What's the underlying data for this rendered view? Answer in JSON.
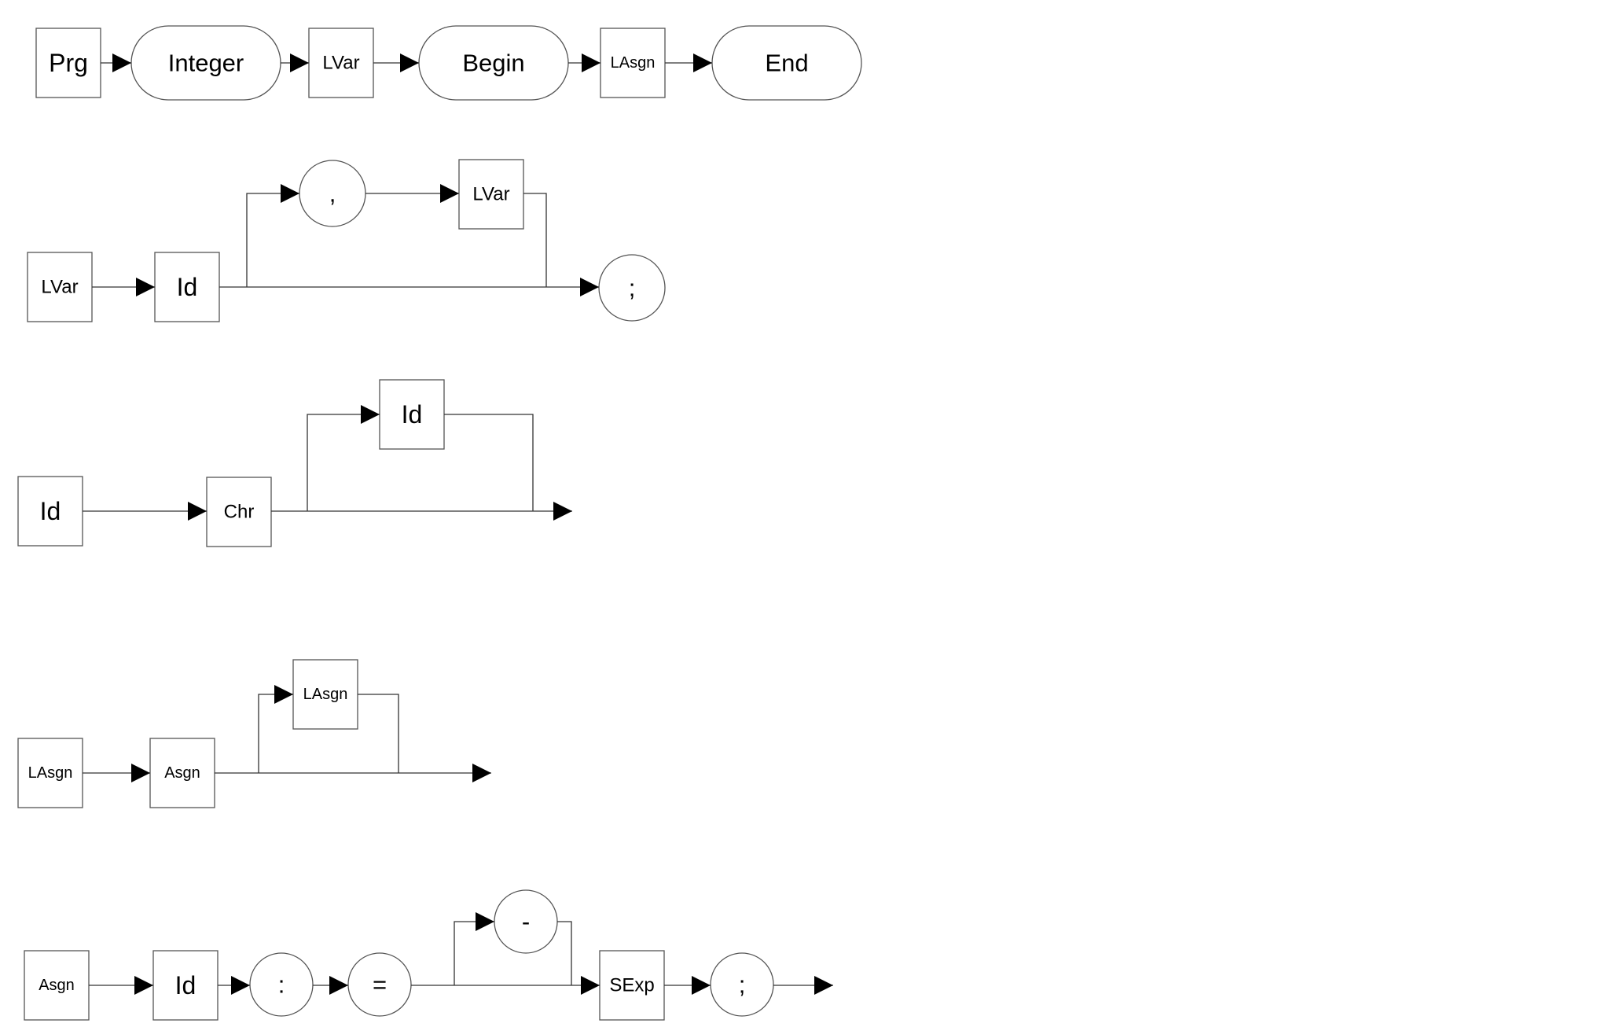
{
  "diagram": {
    "colors": {
      "line": "#333333",
      "node_border": "#555555",
      "arrow": "#000000",
      "background": "#ffffff"
    },
    "rules": [
      {
        "name": "Prg",
        "nodes": [
          "Prg",
          "Integer",
          "LVar",
          "Begin",
          "LAsgn",
          "End"
        ]
      },
      {
        "name": "LVar",
        "nodes": [
          "LVar",
          "Id",
          ",",
          "LVar",
          ";"
        ]
      },
      {
        "name": "Id",
        "nodes": [
          "Id",
          "Chr",
          "Id"
        ]
      },
      {
        "name": "LAsgn",
        "nodes": [
          "LAsgn",
          "Asgn",
          "LAsgn"
        ]
      },
      {
        "name": "Asgn",
        "nodes": [
          "Asgn",
          "Id",
          ":",
          "=",
          "-",
          "SExp",
          ";"
        ]
      }
    ]
  }
}
